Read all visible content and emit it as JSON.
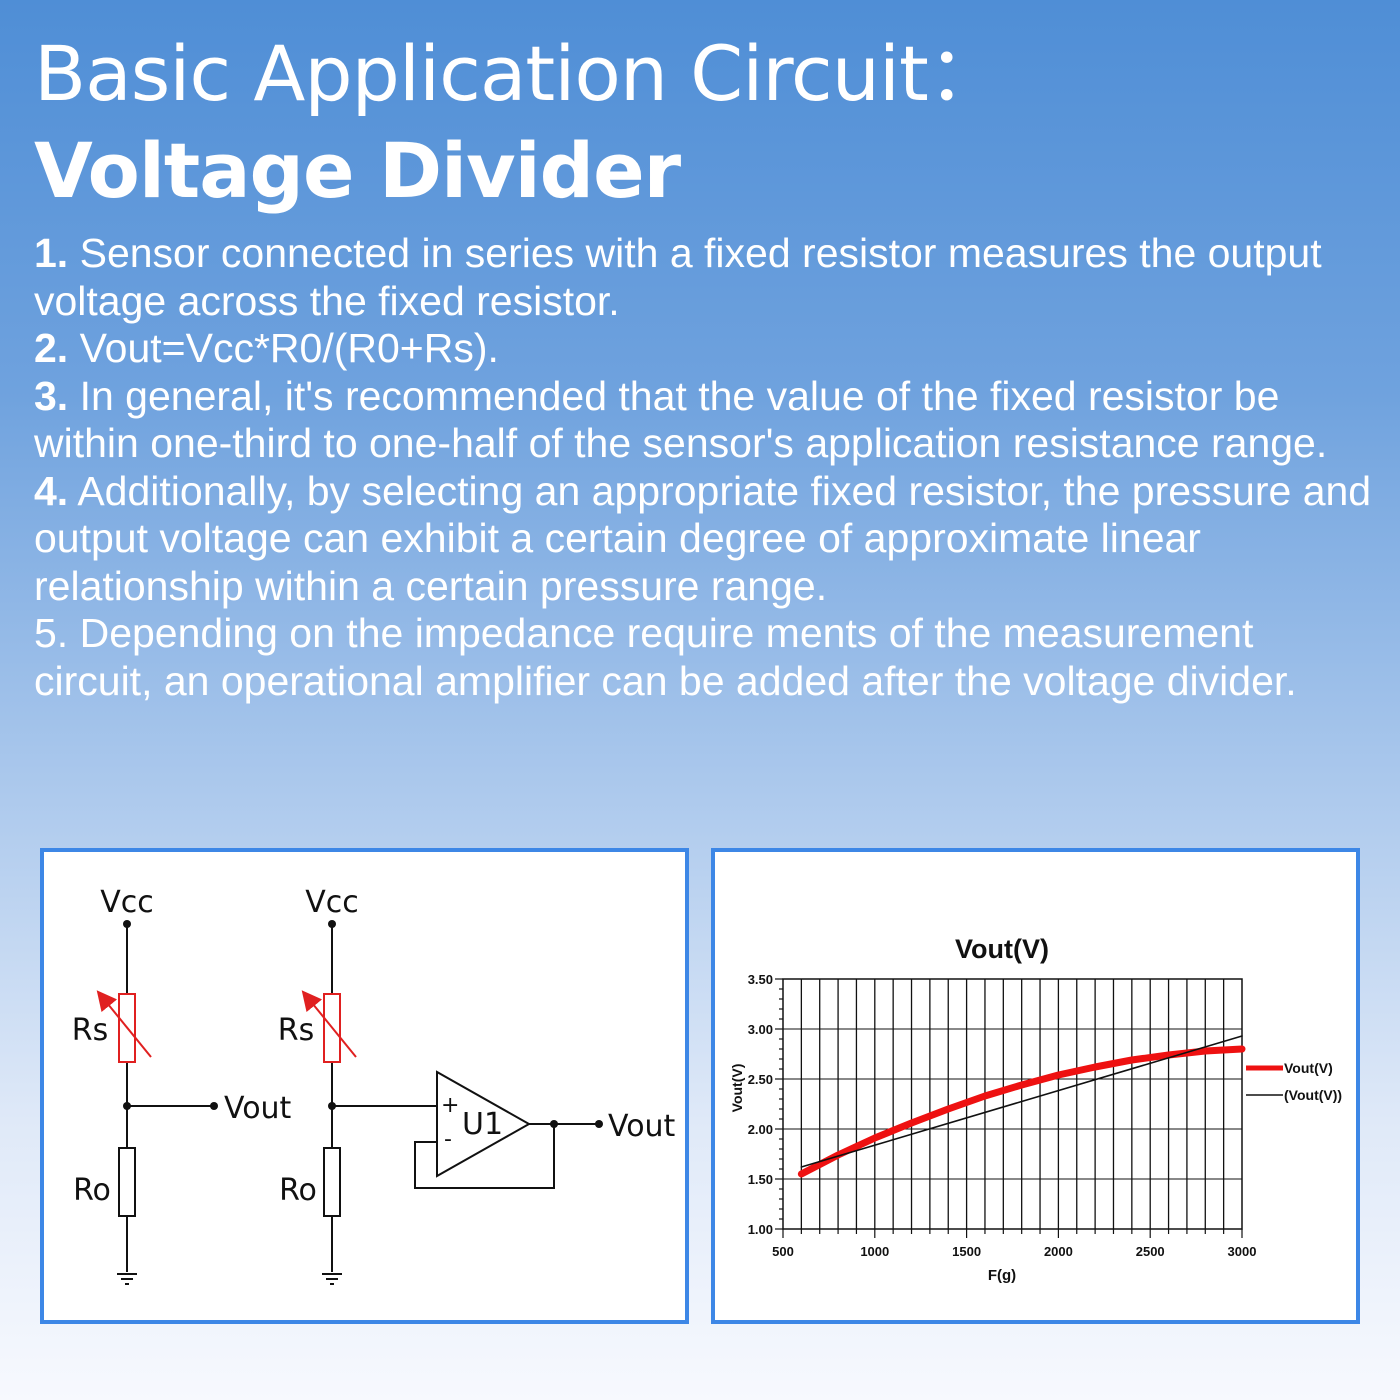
{
  "header": {
    "title": "Basic Application Circuit：",
    "subtitle": "Voltage Divider"
  },
  "points": [
    {
      "num": "1.",
      "text": " Sensor connected in series with a fixed resistor measures the output voltage across the fixed resistor."
    },
    {
      "num": "2.",
      "text": " Vout=Vcc*R0/(R0+Rs)."
    },
    {
      "num": "3.",
      "text": " In general, it's recommended that the value of the fixed resistor be within one-third to one-half of the sensor's application resistance range."
    },
    {
      "num": "4.",
      "text": " Additionally, by selecting an appropriate fixed resistor, the pressure and output voltage can exhibit a certain degree of approximate linear relationship within a certain pressure range."
    },
    {
      "num": "",
      "text": "5. Depending on the impedance require ments of the measurement circuit, an operational amplifier can be added after the voltage divider."
    }
  ],
  "circuit": {
    "vcc_label": "Vcc",
    "rs_label": "Rs",
    "ro_label": "Ro",
    "vout_label": "Vout",
    "opamp_label": "U1",
    "plus_sign": "+",
    "minus_sign": "-",
    "colors": {
      "wire": "#111111",
      "sensor": "#e02020"
    }
  },
  "chart_data": {
    "type": "line",
    "title": "Vout(V)",
    "xlabel": "F(g)",
    "ylabel": "Vout(V)",
    "xlim": [
      500,
      3000
    ],
    "ylim": [
      1.0,
      3.5
    ],
    "x_ticks": [
      500,
      1000,
      1500,
      2000,
      2500,
      3000
    ],
    "x_tick_labels": [
      "500",
      "1000",
      "1500",
      "2000",
      "2500",
      "3000"
    ],
    "y_ticks": [
      1.0,
      1.5,
      2.0,
      2.5,
      3.0,
      3.5
    ],
    "y_tick_labels": [
      "1.00",
      "1.50",
      "2.00",
      "2.50",
      "3.00",
      "3.50"
    ],
    "grid": true,
    "legend_position": "right",
    "series": [
      {
        "name": "Vout(V)",
        "color": "#ee1111",
        "x": [
          600,
          800,
          1000,
          1200,
          1400,
          1600,
          1800,
          2000,
          2200,
          2400,
          2600,
          2800,
          3000
        ],
        "y": [
          1.55,
          1.74,
          1.91,
          2.06,
          2.2,
          2.33,
          2.44,
          2.54,
          2.62,
          2.69,
          2.74,
          2.78,
          2.8
        ]
      },
      {
        "name": "(Vout(V))",
        "color": "#111111",
        "x": [
          600,
          3000
        ],
        "y": [
          1.62,
          2.93
        ]
      }
    ]
  }
}
